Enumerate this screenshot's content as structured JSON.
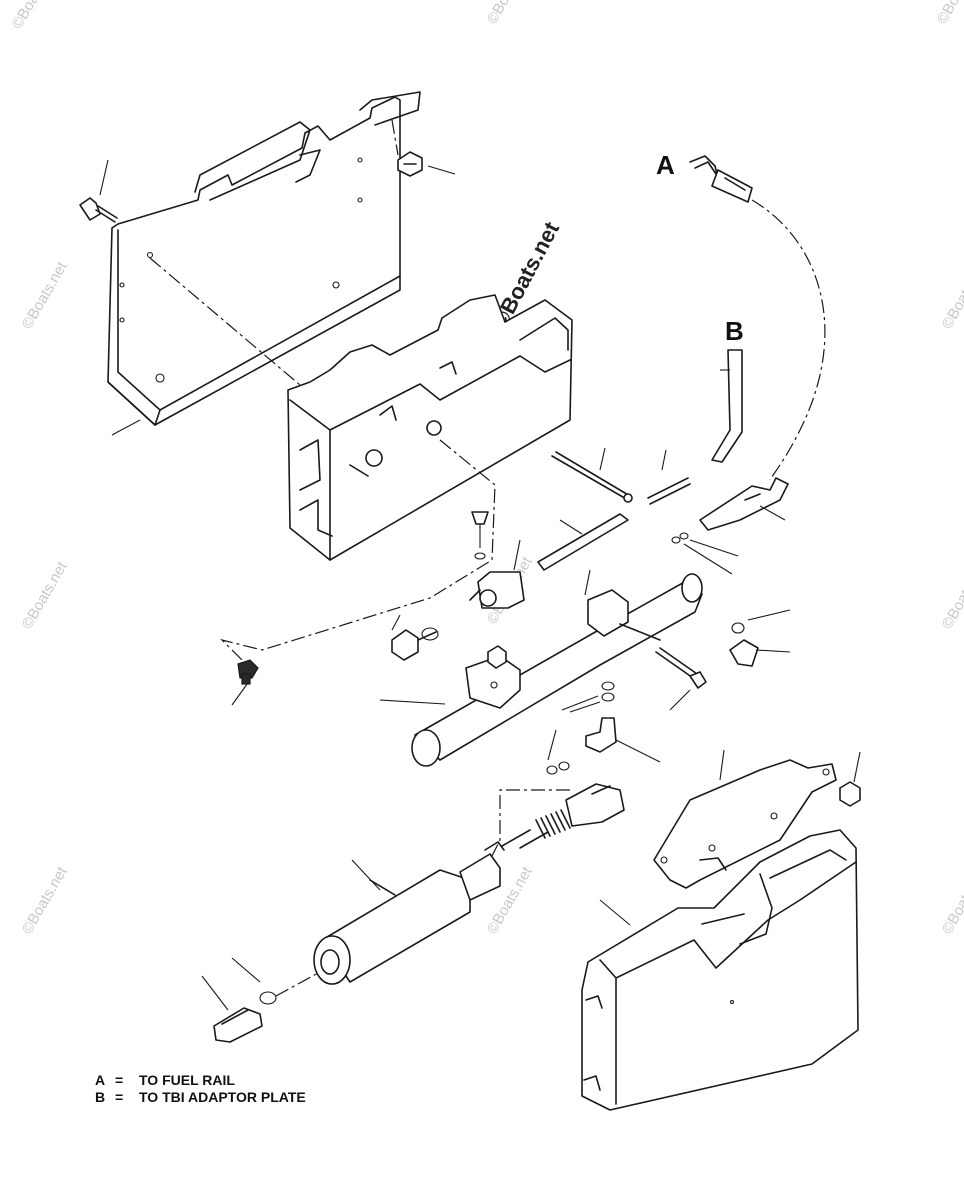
{
  "callouts": {
    "a": "A",
    "b": "B"
  },
  "legend": [
    {
      "key": "A",
      "eq": "=",
      "text": "TO FUEL RAIL"
    },
    {
      "key": "B",
      "eq": "=",
      "text": "TO TBI ADAPTOR PLATE"
    }
  ],
  "watermark": {
    "text": "©Boats.net"
  }
}
